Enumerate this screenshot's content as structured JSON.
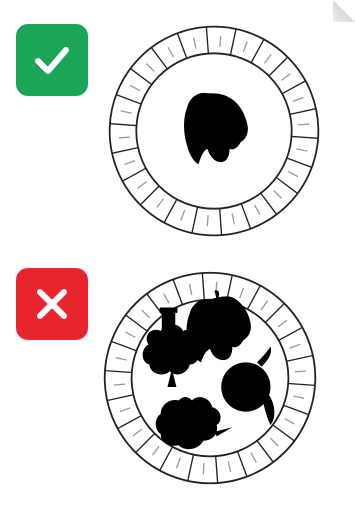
{
  "colors": {
    "correct_badge": "#1aa557",
    "wrong_badge": "#e8252c",
    "stone_outline": "#222222",
    "silhouette": "#000000"
  },
  "top_example": {
    "badge_icon": "check-icon",
    "items": [
      "bunch-of-greens"
    ]
  },
  "bottom_example": {
    "badge_icon": "cross-icon",
    "items": [
      "bunch-of-greens",
      "broccoli",
      "cabbage",
      "kale-leaf",
      "herb-sprig",
      "small-jar"
    ]
  }
}
